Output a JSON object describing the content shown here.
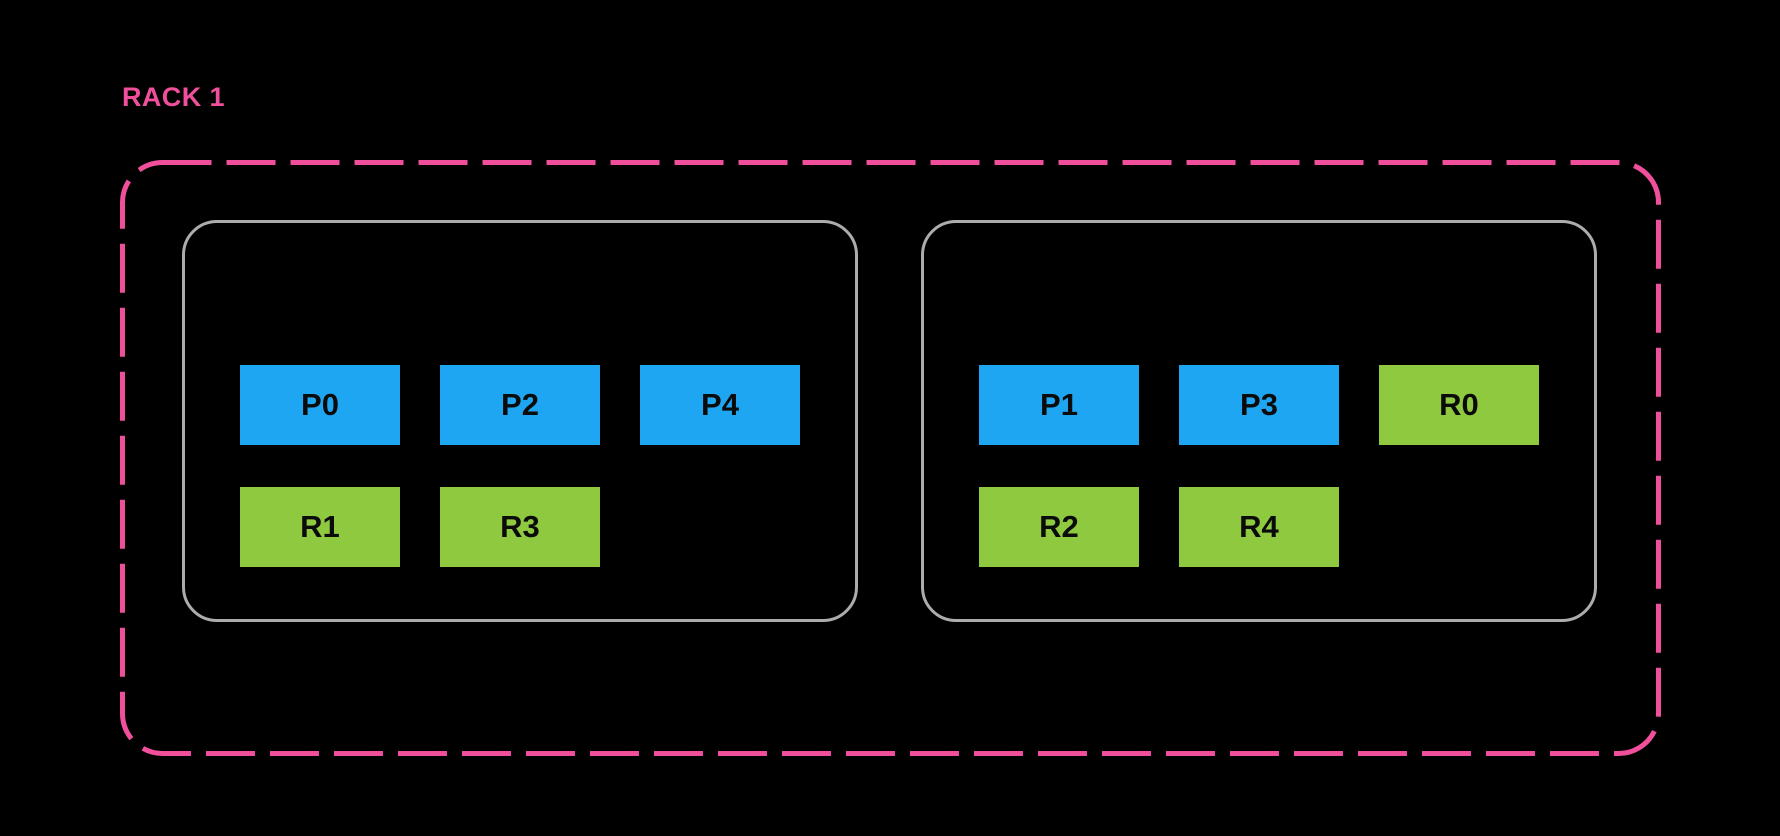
{
  "colors": {
    "background": "#000000",
    "rack_outline": "#F0509B",
    "rack_title": "#F0509B",
    "node_outline": "#ACACAC",
    "primary_fill": "#1FA6F2",
    "replica_fill": "#8FC940",
    "block_text": "#0B0B0B"
  },
  "rack": {
    "label": "RACK 1",
    "nodes": [
      {
        "id": "node-1",
        "rows": [
          [
            {
              "label": "P0",
              "type": "primary"
            },
            {
              "label": "P2",
              "type": "primary"
            },
            {
              "label": "P4",
              "type": "primary"
            }
          ],
          [
            {
              "label": "R1",
              "type": "replica"
            },
            {
              "label": "R3",
              "type": "replica"
            }
          ]
        ]
      },
      {
        "id": "node-2",
        "rows": [
          [
            {
              "label": "P1",
              "type": "primary"
            },
            {
              "label": "P3",
              "type": "primary"
            },
            {
              "label": "R0",
              "type": "replica"
            }
          ],
          [
            {
              "label": "R2",
              "type": "replica"
            },
            {
              "label": "R4",
              "type": "replica"
            }
          ]
        ]
      }
    ]
  }
}
